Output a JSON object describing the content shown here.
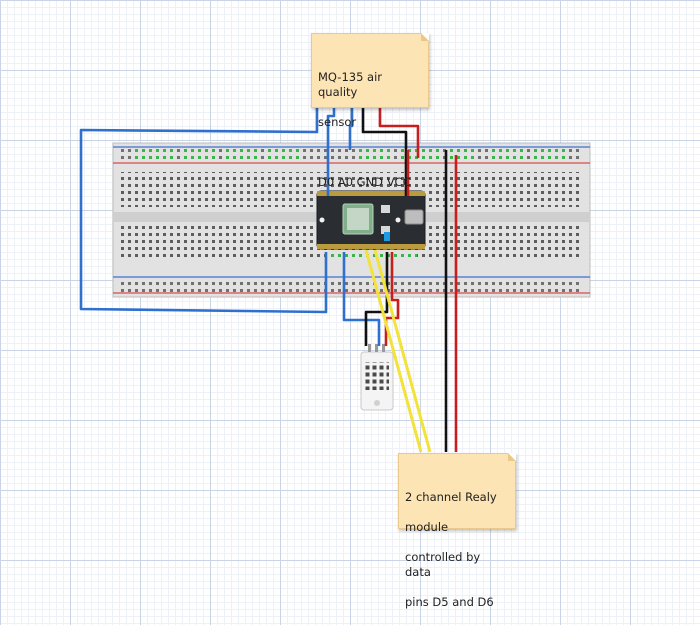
{
  "notes": {
    "sensor": {
      "line1": "MQ-135 air quality",
      "line2": "sensor",
      "line3": "",
      "line4": "D0 A0 GND VCC"
    },
    "relay": {
      "line1": "2 channel Realy",
      "line2": " module",
      "line3": "controlled by data",
      "line4": "pins D5 and D6"
    }
  },
  "colors": {
    "wire_blue": "#2f6fce",
    "wire_red": "#c81e1e",
    "wire_black": "#111111",
    "wire_yellow": "#f2e23a",
    "rail_red": "#d94b4b",
    "rail_blue": "#3d6fd1",
    "breadboard": "#e4e4e4",
    "board": "#2a2d31",
    "note_bg": "#fde4b4"
  },
  "icons": [
    "breadboard",
    "particle-photon-board",
    "dht22-sensor-icon"
  ]
}
